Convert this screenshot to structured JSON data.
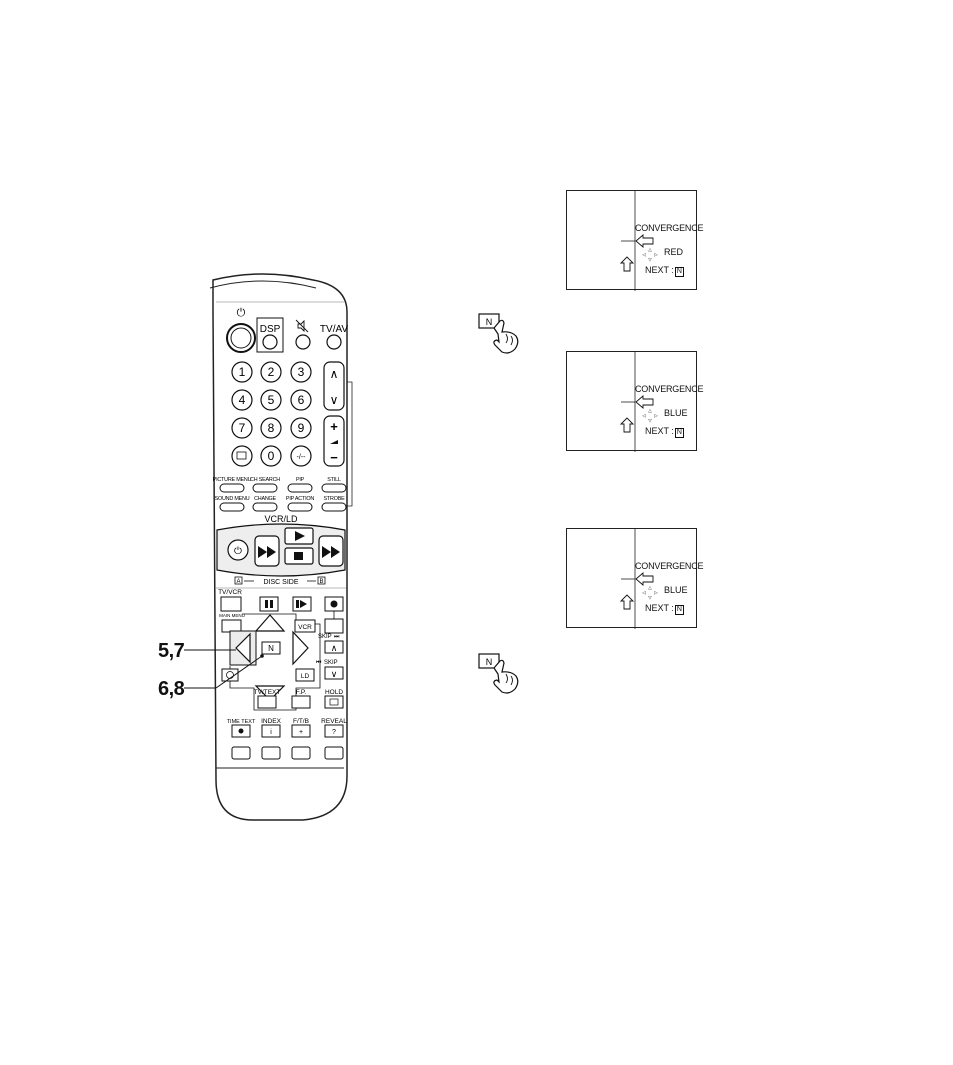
{
  "callouts": {
    "step_a": "5,7",
    "step_b": "6,8"
  },
  "remote": {
    "power_icon": "⏻",
    "top": {
      "dsp": "DSP",
      "mute_icon": "mute-icon",
      "tvav": "TV/AV"
    },
    "digits": [
      "1",
      "2",
      "3",
      "4",
      "5",
      "6",
      "7",
      "8",
      "9",
      "0"
    ],
    "dash_key": "-/--",
    "ch_up": "∧",
    "ch_down": "∨",
    "vol_plus": "+",
    "vol_minus": "−",
    "row1": [
      "PICTURE MENU",
      "CH SEARCH",
      "PIP",
      "STILL"
    ],
    "row2": [
      "SOUND MENU",
      "CHANGE",
      "PIP ACTION",
      "STROBE"
    ],
    "vcr_ld": "VCR/LD",
    "disc_side": "DISC SIDE",
    "disc_a": "A",
    "disc_b": "B",
    "tv_vcr": "TV/VCR",
    "main_menu": "MAIN MENU",
    "vcr": "VCR",
    "ld": "LD",
    "n_key": "N",
    "skip_top": "SKIP",
    "skip_bottom": "SKIP",
    "tv_text": "TV/TEXT",
    "fp": "F.P.",
    "hold": "HOLD",
    "time_text": "TIME TEXT",
    "index": "INDEX",
    "ftb": "F/T/B",
    "reveal": "REVEAL",
    "index_sym": "i",
    "reveal_sym": "?"
  },
  "screens": [
    {
      "title": "CONVERGENCE",
      "color": "RED",
      "next": "NEXT :",
      "n": "N"
    },
    {
      "title": "CONVERGENCE",
      "color": "BLUE",
      "next": "NEXT :",
      "n": "N"
    },
    {
      "title": "CONVERGENCE",
      "color": "BLUE",
      "next": "NEXT :",
      "n": "N"
    }
  ],
  "press_n": "N"
}
